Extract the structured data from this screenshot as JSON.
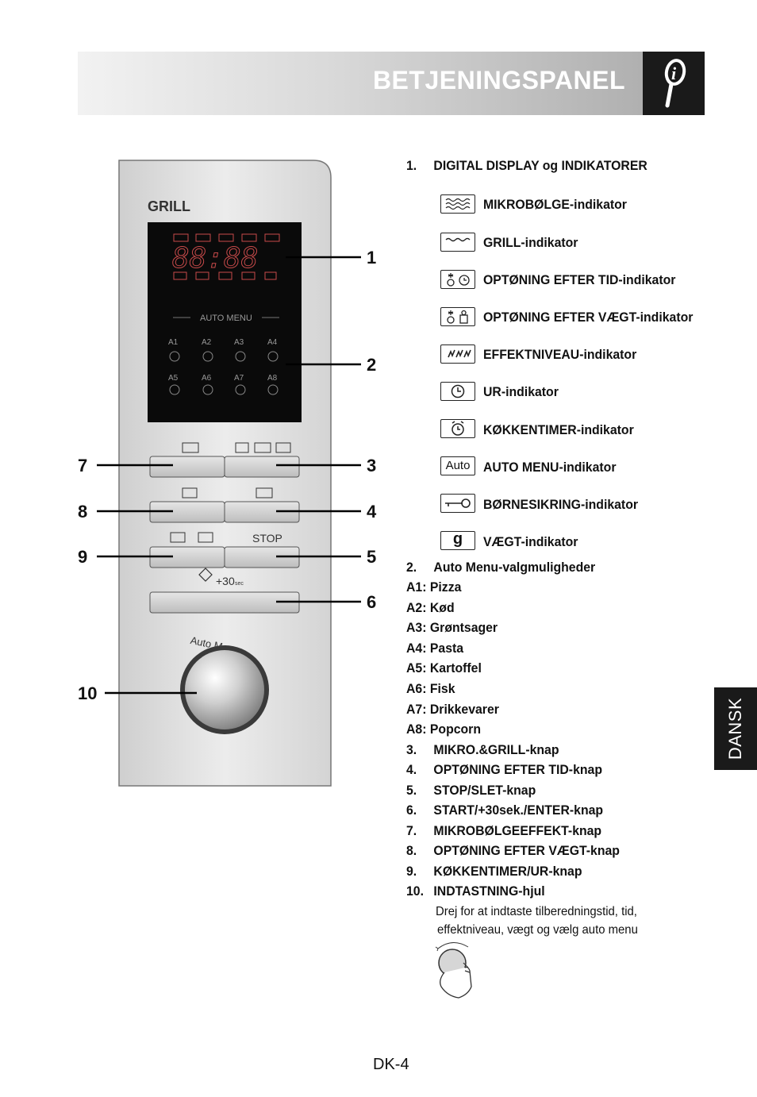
{
  "header": {
    "title": "BETJENINGSPANEL"
  },
  "side_tab": "DANSK",
  "panel": {
    "brand": "GRILL",
    "display_digits": "88:88",
    "auto_menu_label": "AUTO MENU",
    "auto_programs": [
      "A1",
      "A2",
      "A3",
      "A4",
      "A5",
      "A6",
      "A7",
      "A8"
    ],
    "stop_label": "STOP",
    "start_label": "+30",
    "start_sub": "sec",
    "dial_label": "Auto Menu",
    "callouts": [
      "1",
      "2",
      "3",
      "4",
      "5",
      "6",
      "7",
      "8",
      "9",
      "10"
    ],
    "bottom_row_icons": [
      "Auto",
      "g"
    ]
  },
  "legend": {
    "section1": {
      "num": "1.",
      "title": "DIGITAL DISPLAY og INDIKATORER"
    },
    "indicators": [
      {
        "icon": "microwave-wave-icon",
        "label": "MIKROBØLGE-indikator"
      },
      {
        "icon": "grill-icon",
        "label": "GRILL-indikator"
      },
      {
        "icon": "defrost-time-icon",
        "label": "OPTØNING EFTER TID-indikator"
      },
      {
        "icon": "defrost-weight-icon",
        "label": "OPTØNING EFTER VÆGT-indikator"
      },
      {
        "icon": "power-level-icon",
        "label": "EFFEKTNIVEAU-indikator"
      },
      {
        "icon": "clock-icon",
        "label": "UR-indikator"
      },
      {
        "icon": "kitchen-timer-icon",
        "label": "KØKKENTIMER-indikator"
      },
      {
        "icon": "auto-icon",
        "text": "Auto",
        "label": "AUTO MENU-indikator"
      },
      {
        "icon": "child-lock-key-icon",
        "label": "BØRNESIKRING-indikator"
      },
      {
        "icon": "weight-g-icon",
        "text": "g",
        "label": "VÆGT-indikator"
      }
    ],
    "section2": {
      "num": "2.",
      "title": "Auto Menu-valgmuligheder"
    },
    "auto_menu": [
      "A1: Pizza",
      "A2: Kød",
      "A3: Grøntsager",
      "A4: Pasta",
      "A5: Kartoffel",
      "A6: Fisk",
      "A7: Drikkevarer",
      "A8: Popcorn"
    ],
    "buttons": [
      {
        "num": "3.",
        "label": "MIKRO.&GRILL-knap"
      },
      {
        "num": "4.",
        "label": "OPTØNING EFTER TID-knap"
      },
      {
        "num": "5.",
        "label": "STOP/SLET-knap"
      },
      {
        "num": "6.",
        "label": "START/+30sek./ENTER-knap"
      },
      {
        "num": "7.",
        "label": "MIKROBØLGEEFFEKT-knap"
      },
      {
        "num": "8.",
        "label": "OPTØNING EFTER VÆGT-knap"
      },
      {
        "num": "9.",
        "label": "KØKKENTIMER/UR-knap"
      },
      {
        "num": "10.",
        "label": "INDTASTNING-hjul"
      }
    ],
    "dial_desc_1": "Drej for at indtaste tilberedningstid, tid,",
    "dial_desc_2": "effektniveau, vægt og vælg auto menu"
  },
  "footer": {
    "page": "DK-4"
  }
}
